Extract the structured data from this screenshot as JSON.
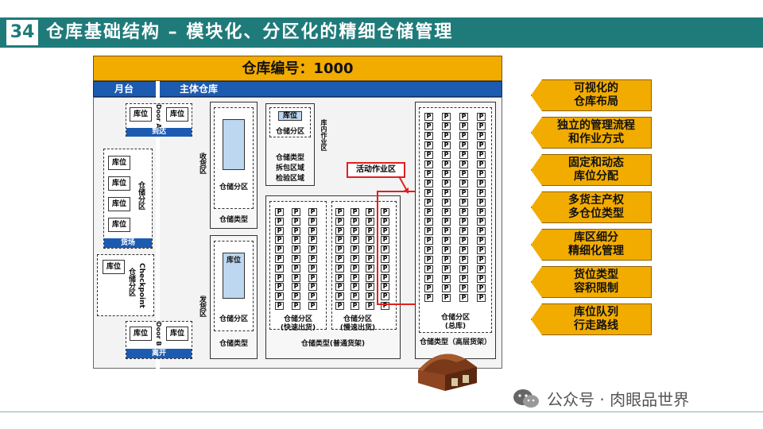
{
  "header": {
    "number": "34",
    "title": "仓库基础结构 – 模块化、分区化的精细仓储管理"
  },
  "warehouse": {
    "id_label": "仓库编号：1000",
    "yard_label": "月台",
    "main_label": "主体仓库",
    "slot": "库位",
    "door_a": "Door A",
    "door_b": "Door B",
    "arrive": "到达",
    "leave": "离开",
    "cargo_yard": "货场",
    "zone": "仓储分区",
    "checkpoint": "Checkpoint",
    "receive_zone": "收货区",
    "ship_zone": "发货区",
    "inner_zone": "库内作业区",
    "storage_type": "仓储类型",
    "pack_area": "拆包区域",
    "inspect_area": "检验区域",
    "activity_area": "活动作业区",
    "p": "P",
    "fast_zone": "仓储分区",
    "fast_sub": "(快速出货)",
    "slow_zone": "仓储分区",
    "slow_sub": "(慢速出货)",
    "normal_type": "仓储类型(普通货架)",
    "total_zone": "仓储分区",
    "total_sub": "(总库)",
    "high_type": "仓储类型（高层货架）"
  },
  "features": [
    "可视化的\n仓库布局",
    "独立的管理流程\n和作业方式",
    "固定和动态\n库位分配",
    "多货主产权\n多仓位类型",
    "库区细分\n精细化管理",
    "货位类型\n容积限制",
    "库位队列\n行走路线"
  ],
  "footer": "公众号 · 肉眼品世界",
  "colors": {
    "teal": "#1f7b7a",
    "orange": "#f2ac00",
    "blue": "#1d5bb0",
    "red": "#e02020"
  }
}
